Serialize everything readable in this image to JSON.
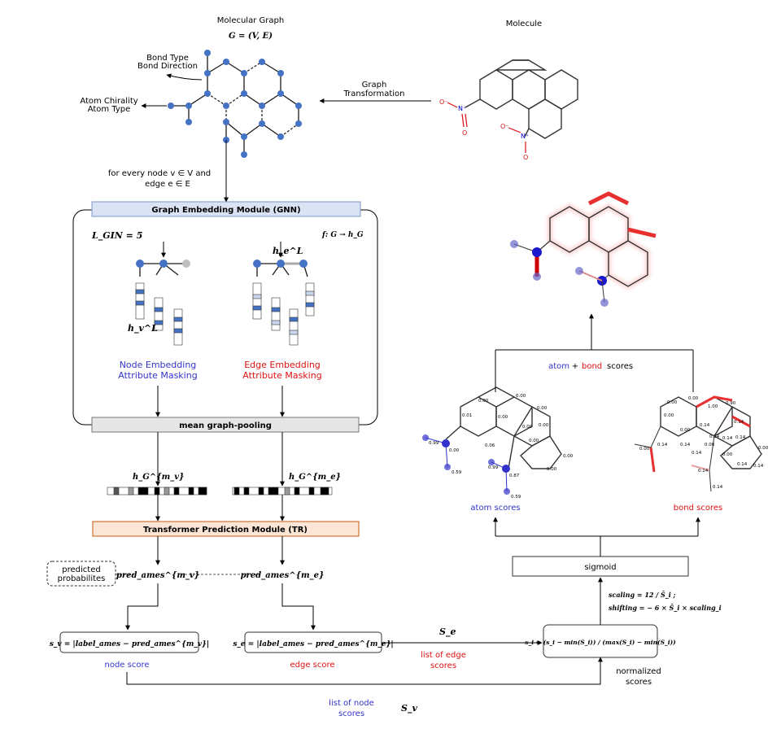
{
  "molecular_graph": {
    "title": "Molecular Graph",
    "formula": "G = (V, E)"
  },
  "molecule": {
    "title": "Molecule",
    "o_minus_1": "O⁻",
    "n_plus_1": "N⁺",
    "o_1": "O",
    "o_minus_2": "O⁻",
    "n_plus_2": "N⁺",
    "o_2": "O"
  },
  "graph_transformation": {
    "line1": "Graph",
    "line2": "Transformation"
  },
  "bond_labels": {
    "line1": "Bond Type",
    "line2": "Bond Direction"
  },
  "atom_labels": {
    "line1": "Atom Chirality",
    "line2": "Atom Type"
  },
  "for_every": {
    "line1": "for every node v ∈ V and",
    "line2": "edge e ∈ E"
  },
  "gnn": {
    "title": "Graph Embedding Module (GNN)",
    "l_gin": "L_GIN = 5",
    "f_map": "f: G → h_G",
    "h_v": "h_v^L",
    "h_e": "h_e^L"
  },
  "node_embedding": {
    "line1": "Node Embedding",
    "line2": "Attribute Masking"
  },
  "edge_embedding": {
    "line1": "Edge Embedding",
    "line2": "Attribute Masking"
  },
  "pooling": {
    "label": "mean graph-pooling"
  },
  "h_g_v": "h_G^{m_v}",
  "h_g_e": "h_G^{m_e}",
  "transformer": {
    "title": "Transformer Prediction Module (TR)"
  },
  "predicted": {
    "line1": "predicted",
    "line2": "probabilites"
  },
  "pred_v": "pred_ames^{m_v}",
  "pred_e": "pred_ames^{m_e}",
  "formula_sv": "s_v = |label_ames − pred_ames^{m_v}|",
  "formula_se": "s_e = |label_ames − pred_ames^{m_e}|",
  "node_score": "node score",
  "edge_score": "edge score",
  "s_e": "S_e",
  "list_edge": {
    "line1": "list of edge",
    "line2": "scores"
  },
  "list_node": {
    "line1": "list of node",
    "line2": "scores"
  },
  "s_v": "S_v",
  "normalize": {
    "formula": "s_i = (s_i − min(S_i)) / (max(S_i) − min(S_i))",
    "line1": "normalized",
    "line2": "scores"
  },
  "sigmoid": "sigmoid",
  "scaling": "scaling = 12 / S̄_i ;",
  "shifting": "shifting = − 6 × S̄_i × scaling_i",
  "atom_scores": "atom scores",
  "bond_scores": "bond scores",
  "atom_bond_scores": {
    "atom": "atom",
    "plus": "+",
    "bond": "bond",
    "scores": "scores"
  },
  "atom_values": [
    "0.00",
    "0.00",
    "0.00",
    "0.01",
    "0.00",
    "0.06",
    "0.00",
    "0.00",
    "0.00",
    "0.00",
    "0.00",
    "0.99",
    "0.00",
    "0.59",
    "0.99",
    "0.87",
    "0.59"
  ],
  "bond_values": [
    "1.00",
    "0.90",
    "0.00",
    "0.00",
    "0.00",
    "0.14",
    "0.00",
    "0.14",
    "0.14",
    "0.14",
    "0.00",
    "0.14",
    "0.14",
    "0.14",
    "0.00",
    "0.00",
    "0.14",
    "0.14",
    "0.14",
    "0.14",
    "0.00",
    "0.14"
  ],
  "colors": {
    "node": "#4472c4",
    "gnn_box": "#dae3f3",
    "tr_box": "#fbe5d6",
    "highlight_red": "#e83030",
    "highlight_blue": "#3333cc",
    "pool_box": "#e7e6e6"
  }
}
